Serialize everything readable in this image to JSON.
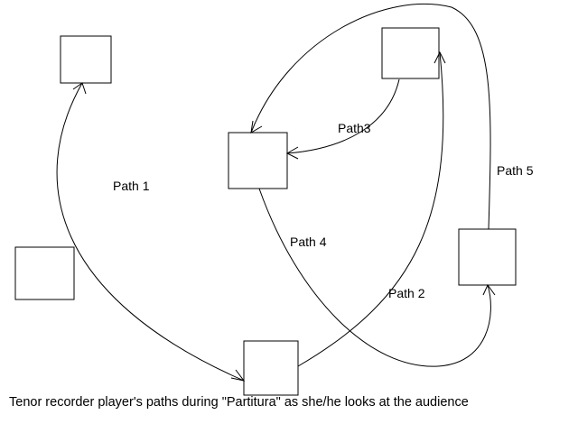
{
  "diagram": {
    "path_labels": {
      "path1": "Path 1",
      "path2": "Path 2",
      "path3": "Path3",
      "path4": "Path 4",
      "path5": "Path 5"
    }
  },
  "caption": "Tenor recorder player's paths during \"Partitura\" as she/he looks at the audience"
}
